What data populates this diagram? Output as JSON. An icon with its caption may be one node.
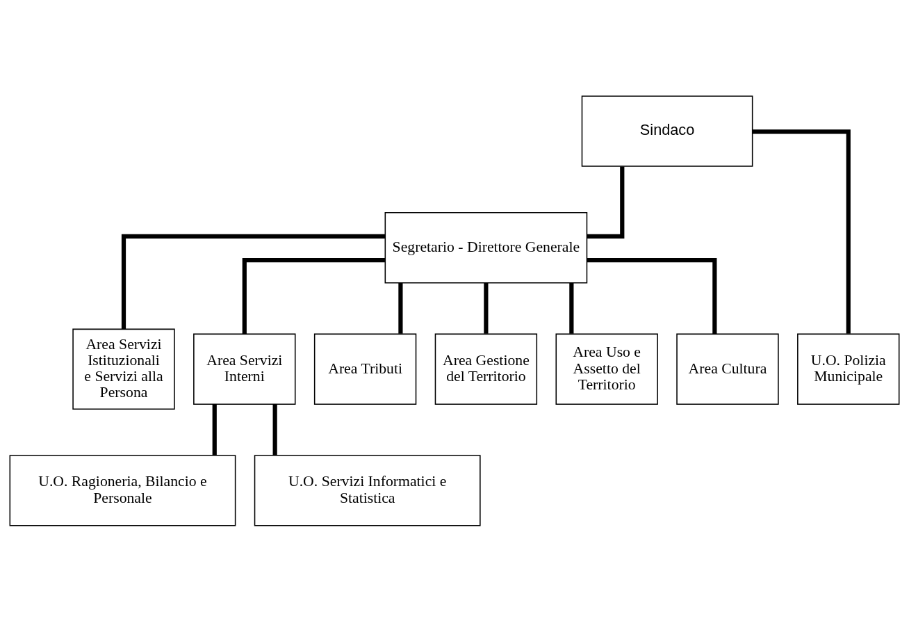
{
  "diagram": {
    "nodes": [
      {
        "text": [
          "Sindaco"
        ]
      },
      {
        "text": [
          "Segretario - Direttore Generale"
        ]
      },
      {
        "text": [
          "Area Servizi Istituzionali e Servizi alla Persona"
        ]
      },
      {
        "text": [
          "Area Servizi Interni"
        ]
      },
      {
        "text": [
          "Area Tributi"
        ]
      },
      {
        "text": [
          "Area Gestione del Territorio"
        ]
      },
      {
        "text": [
          "Area Uso e Assetto del Territorio"
        ]
      },
      {
        "text": [
          "Area Cultura"
        ]
      },
      {
        "text": [
          "U.O. Polizia Municipale"
        ]
      },
      {
        "text": [
          "U.O. Ragioneria, Bilancio e Personale"
        ]
      },
      {
        "text": [
          "U.O. Servizi Informatici e Statistica"
        ]
      }
    ],
    "edges": [
      {
        "from": 0,
        "to": 1,
        "arrow": "none"
      },
      {
        "from": 1,
        "to": 2,
        "arrow": "none"
      },
      {
        "from": 1,
        "to": 3,
        "arrow": "none"
      },
      {
        "from": 1,
        "to": 4,
        "arrow": "none"
      },
      {
        "from": 1,
        "to": 5,
        "arrow": "none"
      },
      {
        "from": 1,
        "to": 6,
        "arrow": "none"
      },
      {
        "from": 1,
        "to": 7,
        "arrow": "none"
      },
      {
        "from": 0,
        "to": 8,
        "arrow": "none"
      },
      {
        "from": 3,
        "to": 9,
        "arrow": "none"
      },
      {
        "from": 3,
        "to": 10,
        "arrow": "none"
      }
    ]
  }
}
